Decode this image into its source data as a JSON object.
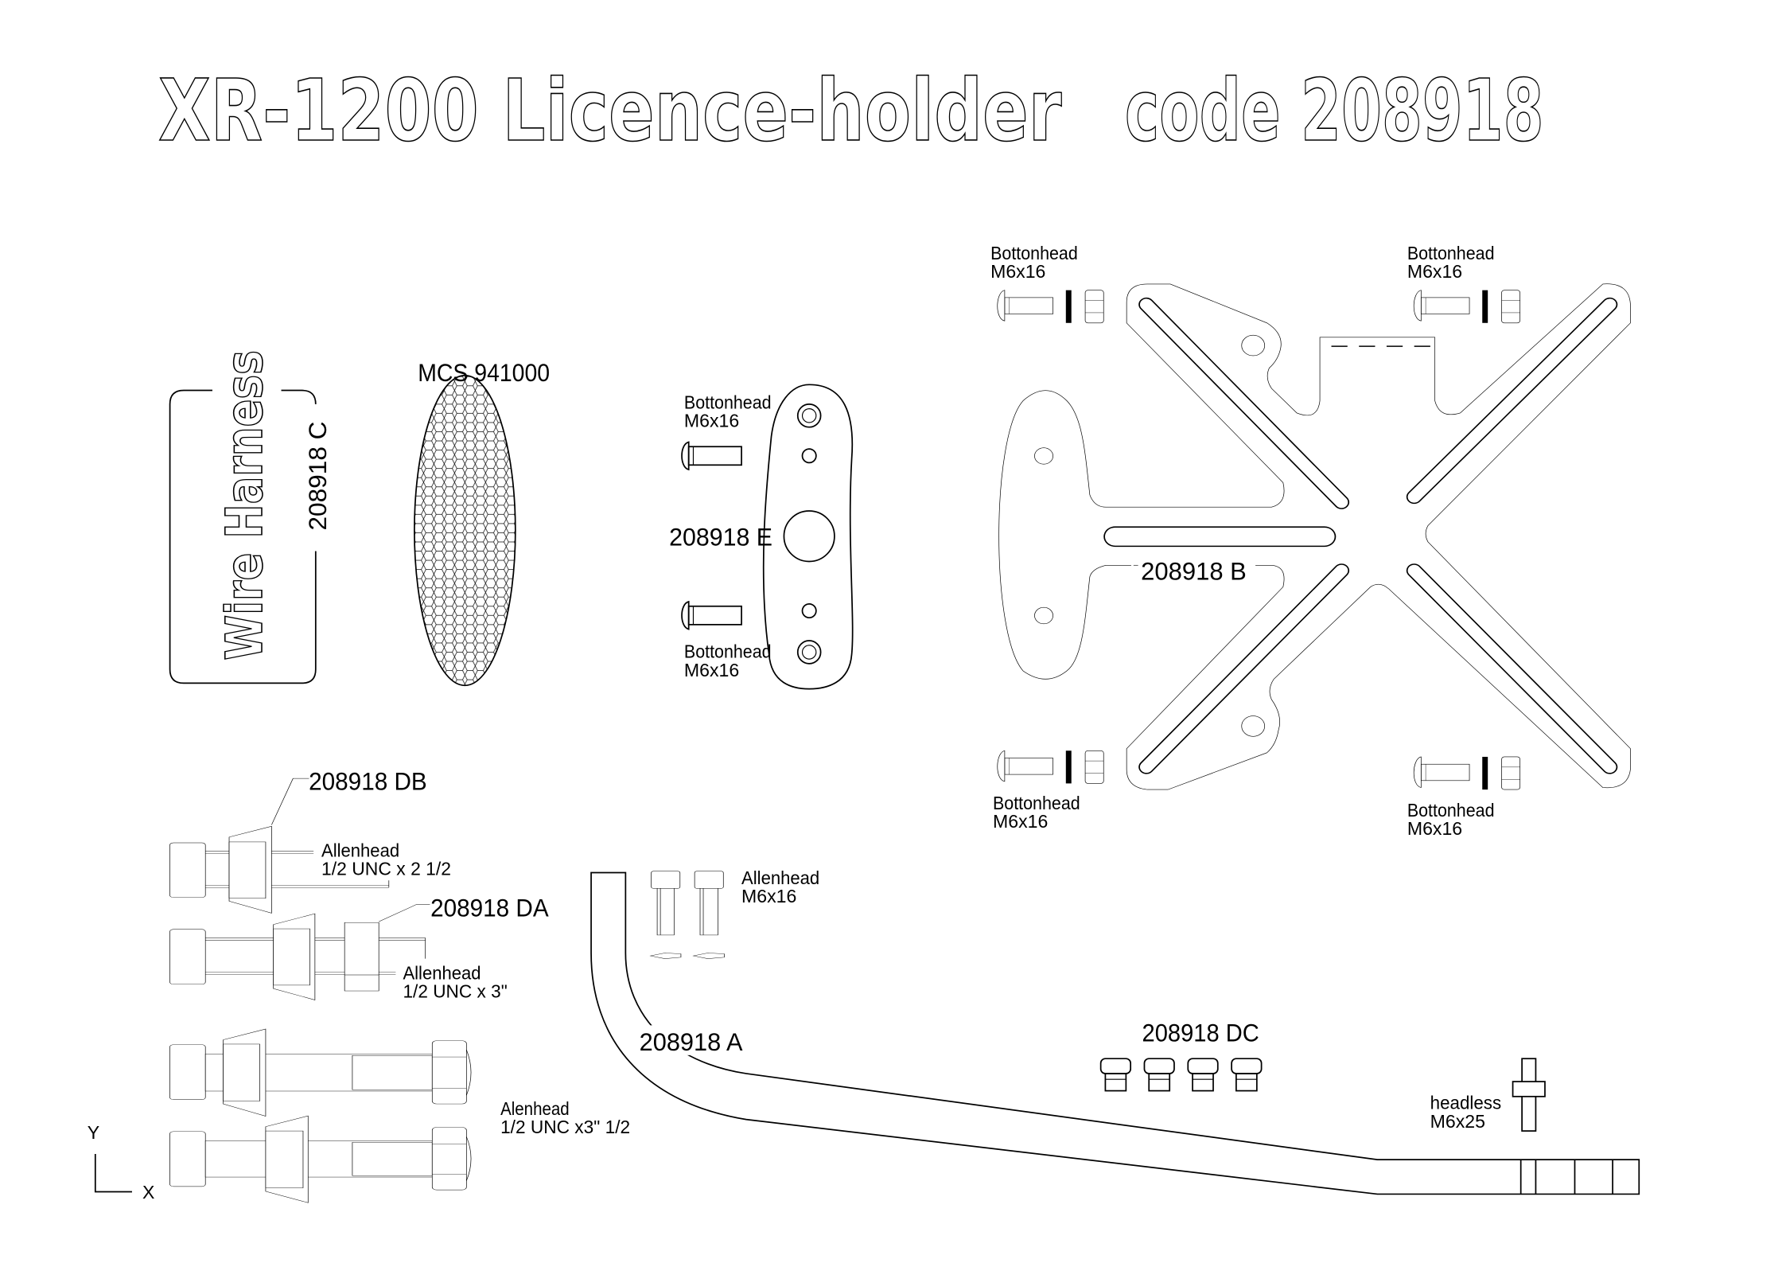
{
  "title": {
    "main": "XR-1200 Licence-holder",
    "code": "code 208918"
  },
  "wire_harness": {
    "text": "Wire Harness",
    "part": "208918 C"
  },
  "reflector": {
    "label": "MCS 941000"
  },
  "part_e": {
    "label": "208918 E",
    "screw_top": {
      "type": "Bottonhead",
      "size": "M6x16"
    },
    "screw_bottom": {
      "type": "Bottonhead",
      "size": "M6x16"
    }
  },
  "part_b": {
    "label": "208918 B",
    "screws": [
      {
        "type": "Bottonhead",
        "size": "M6x16"
      },
      {
        "type": "Bottonhead",
        "size": "M6x16"
      },
      {
        "type": "Bottonhead",
        "size": "M6x16"
      },
      {
        "type": "Bottonhead",
        "size": "M6x16"
      }
    ]
  },
  "bolts": {
    "db_label": "208918 DB",
    "da_label": "208918 DA",
    "db_screw": {
      "type": "Allenhead",
      "size": "1/2 UNC x 2 1/2"
    },
    "da_screw": {
      "type": "Allenhead",
      "size": "1/2 UNC x 3\""
    },
    "long_screw": {
      "type": "Alenhead",
      "size": "1/2 UNC x3\" 1/2"
    }
  },
  "part_a": {
    "label": "208918 A",
    "screw": {
      "type": "Allenhead",
      "size": "M6x16"
    }
  },
  "part_dc": {
    "label": "208918 DC"
  },
  "headless": {
    "type": "headless",
    "size": "M6x25"
  },
  "axes": {
    "y": "Y",
    "x": "X"
  }
}
